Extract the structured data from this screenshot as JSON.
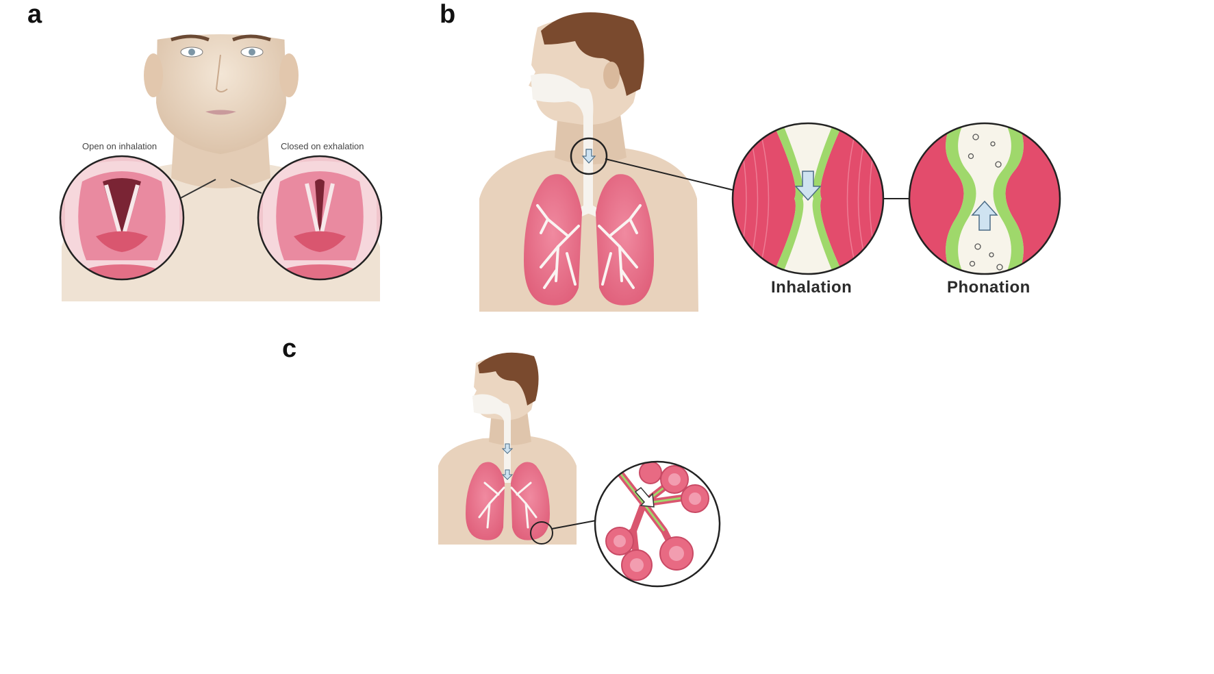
{
  "panels": {
    "a": {
      "letter": "a",
      "label_left": "Open on inhalation",
      "label_right": "Closed on exhalation"
    },
    "b": {
      "letter": "b",
      "label_inhalation": "Inhalation",
      "label_phonation": "Phonation"
    },
    "c": {
      "letter": "c"
    }
  },
  "colors": {
    "skin": "#ecd9c4",
    "skin_shadow": "#d8bfa6",
    "hair": "#7a4a2e",
    "lung": "#e86a83",
    "lung_light": "#f3a9b8",
    "tissue": "#d94c6b",
    "mucus_green": "#9fd86b",
    "airway": "#f4f1ec",
    "arrow": "#bcd8ec",
    "outline": "#222222"
  }
}
